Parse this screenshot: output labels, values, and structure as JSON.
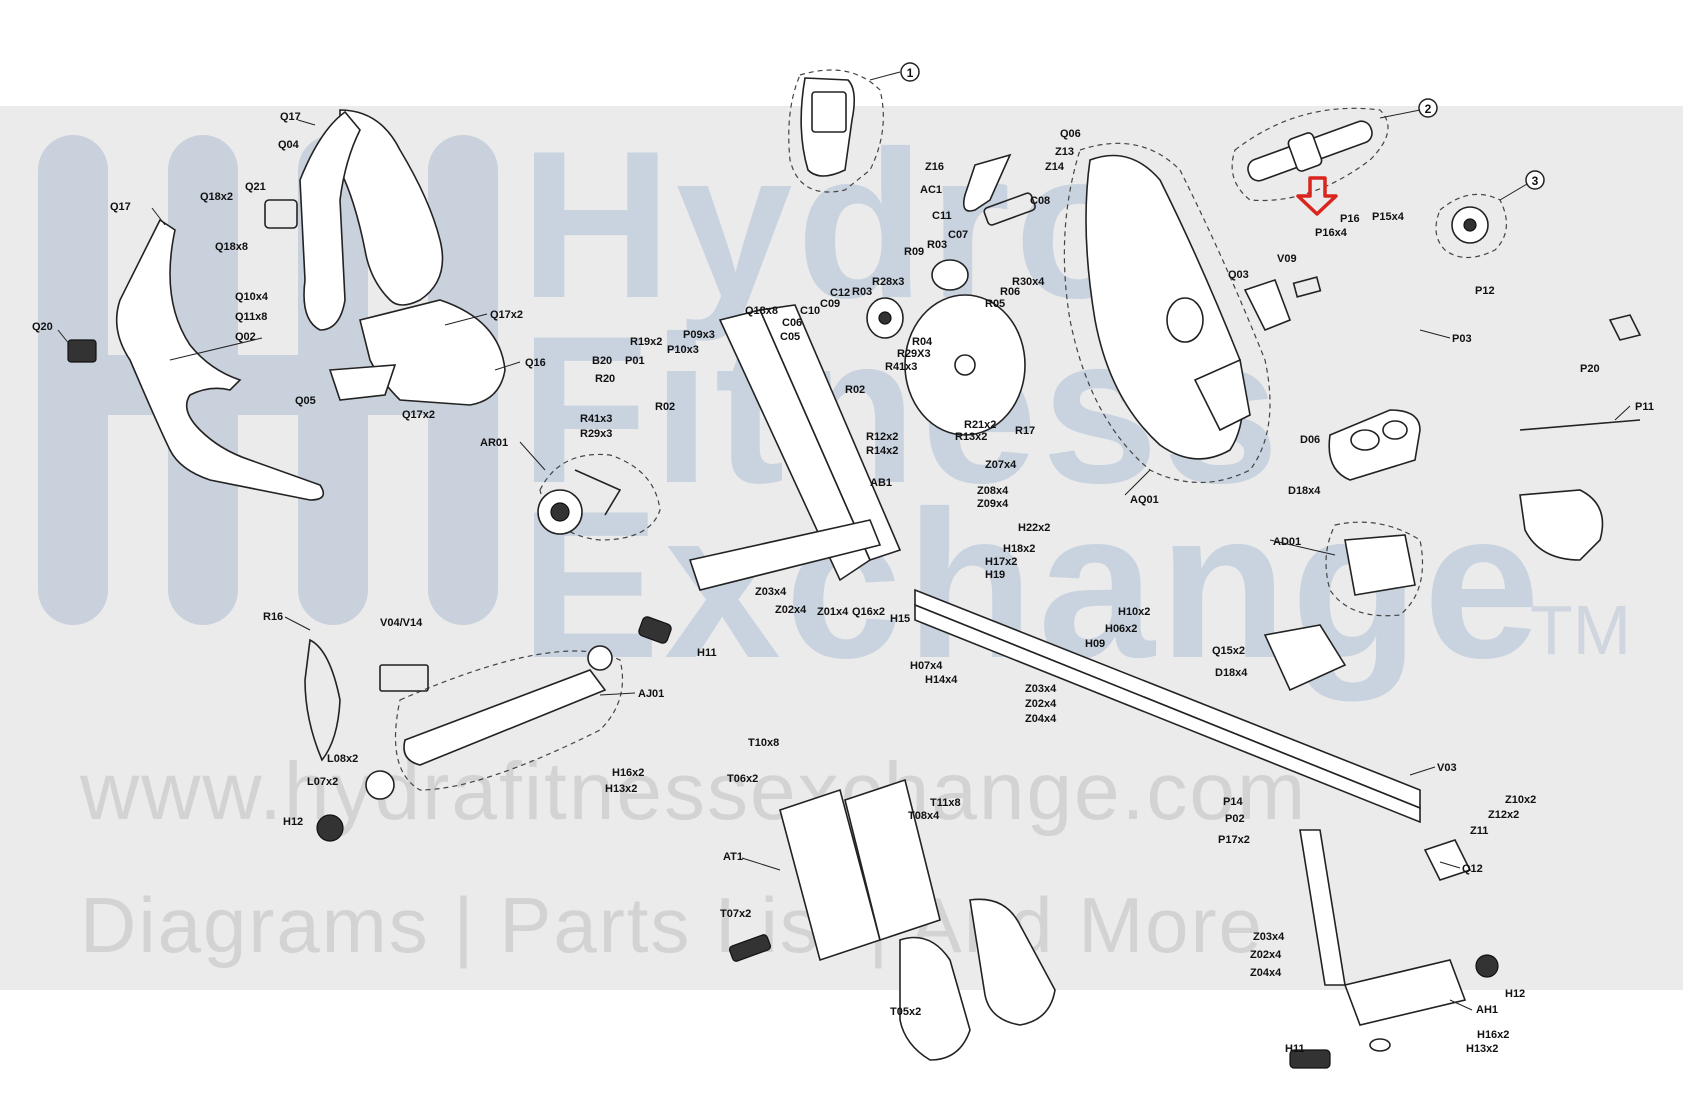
{
  "watermark": {
    "brand_line1": "Hydro",
    "brand_line2": "Fitness",
    "brand_line3": "Exchange",
    "trademark": "TM",
    "url": "www.hydrafitnessexchange.com",
    "tagline": "Diagrams | Parts List | And More"
  },
  "colors": {
    "highlight_arrow": "#d9251c",
    "watermark_band": "#ebebeb",
    "line": "#222222"
  },
  "assembly_badges": [
    {
      "id": "1",
      "label": "1"
    },
    {
      "id": "2",
      "label": "2"
    },
    {
      "id": "3",
      "label": "3"
    }
  ],
  "callouts": {
    "q17_top": "Q17",
    "q04": "Q04",
    "q17_left": "Q17",
    "q18x2_a": "Q18x2",
    "q21": "Q21",
    "q18x8": "Q18x8",
    "q10x4": "Q10x4",
    "q11x8": "Q11x8",
    "q20": "Q20",
    "q02": "Q02",
    "q17x2_a": "Q17x2",
    "q16": "Q16",
    "q05": "Q05",
    "q17x2_b": "Q17x2",
    "ar01": "AR01",
    "r41x3_a": "R41x3",
    "r29x3": "R29x3",
    "r02_a": "R02",
    "b20": "B20",
    "r20": "R20",
    "p01": "P01",
    "r19x2": "R19x2",
    "p10x3": "P10x3",
    "p09x3": "P09x3",
    "q18x8_b": "Q18x8",
    "c05": "C05",
    "c06": "C06",
    "c10": "C10",
    "c09": "C09",
    "c12": "C12",
    "r03_a": "R03",
    "r28x3": "R28x3",
    "r09": "R09",
    "r03_b": "R03",
    "c07": "C07",
    "c11": "C11",
    "ac1": "AC1",
    "z16": "Z16",
    "q06": "Q06",
    "z13": "Z13",
    "z14": "Z14",
    "c08": "C08",
    "r30x4": "R30x4",
    "r06": "R06",
    "r05": "R05",
    "r04": "R04",
    "r29x3_b": "R29X3",
    "r41x3_b": "R41x3",
    "r02_b": "R02",
    "r21x2": "R21x2",
    "r13x2": "R13x2",
    "r17": "R17",
    "r12x2": "R12x2",
    "r14x2": "R14x2",
    "ab1": "AB1",
    "z07x4": "Z07x4",
    "z08x4": "Z08x4",
    "z09x4": "Z09x4",
    "h22x2": "H22x2",
    "h18x2_a": "H18x2",
    "h17x2": "H17x2",
    "h19": "H19",
    "q03": "Q03",
    "v09": "V09",
    "aq01": "AQ01",
    "p16": "P16",
    "p16x4": "P16x4",
    "p15x4": "P15x4",
    "p12": "P12",
    "p03": "P03",
    "p20": "P20",
    "p11": "P11",
    "d06": "D06",
    "d18x4_a": "D18x4",
    "ad01": "AD01",
    "z03x4_a": "Z03x4",
    "z02x4_a": "Z02x4",
    "z01x4": "Z01x4",
    "q16x2": "Q16x2",
    "h15": "H15",
    "h10x2": "H10x2",
    "h06x2": "H06x2",
    "h09": "H09",
    "h07x4": "H07x4",
    "h14x4": "H14x4",
    "z03x4_b": "Z03x4",
    "z02x4_b": "Z02x4",
    "z04x4_a": "Z04x4",
    "q15x2": "Q15x2",
    "d18x4_b": "D18x4",
    "r16": "R16",
    "v04v14": "V04/V14",
    "h11_a": "H11",
    "aj01": "AJ01",
    "l08x2": "L08x2",
    "l07x2": "L07x2",
    "h12_a": "H12",
    "h16x2_a": "H16x2",
    "h13x2_a": "H13x2",
    "t10x8": "T10x8",
    "t06x2": "T06x2",
    "t11x8": "T11x8",
    "t08x4": "T08x4",
    "at1": "AT1",
    "t07x2": "T07x2",
    "t05x2": "T05x2",
    "v03": "V03",
    "z10x2": "Z10x2",
    "z12x2": "Z12x2",
    "z11": "Z11",
    "p14": "P14",
    "p02": "P02",
    "p17x2": "P17x2",
    "q12": "Q12",
    "z03x4_c": "Z03x4",
    "z02x4_c": "Z02x4",
    "z04x4_b": "Z04x4",
    "h12_b": "H12",
    "ah1": "AH1",
    "h16x2_b": "H16x2",
    "h13x2_b": "H13x2",
    "h11_b": "H11"
  }
}
